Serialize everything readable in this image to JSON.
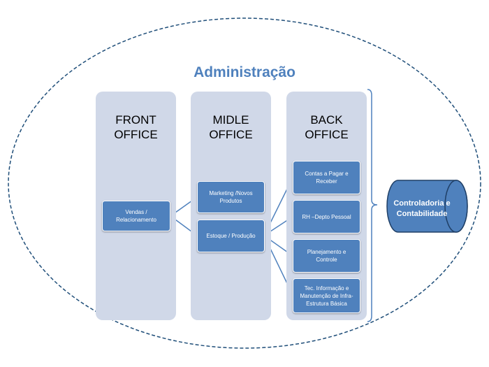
{
  "title": "Administração",
  "columns": [
    {
      "label": "FRONT\nOFFICE"
    },
    {
      "label": "MIDLE\nOFFICE"
    },
    {
      "label": "BACK\nOFFICE"
    }
  ],
  "front_boxes": [
    "Vendas / Relacionamento"
  ],
  "middle_boxes": [
    "Marketing /Novos Produtos",
    "Estoque / Produção"
  ],
  "back_boxes": [
    "Contas a Pagar e Receber",
    "RH –Depto Pessoal",
    "Planejamento e Controle",
    "Tec. Informação e Manutenção de Infra-Estrutura Básica"
  ],
  "side_entity": "Controladoria e Contabilidade",
  "colors": {
    "accent": "#4f81bd",
    "column_bg": "#d0d8e8",
    "ellipse_border": "#1f4e79"
  }
}
